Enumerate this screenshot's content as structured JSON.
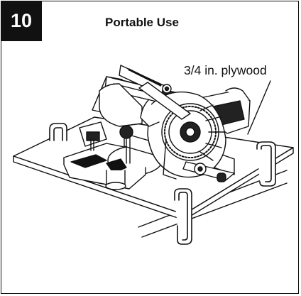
{
  "step": {
    "number": "10"
  },
  "header": {
    "title": "Portable Use"
  },
  "callout": {
    "label": "3/4 in. plywood"
  }
}
